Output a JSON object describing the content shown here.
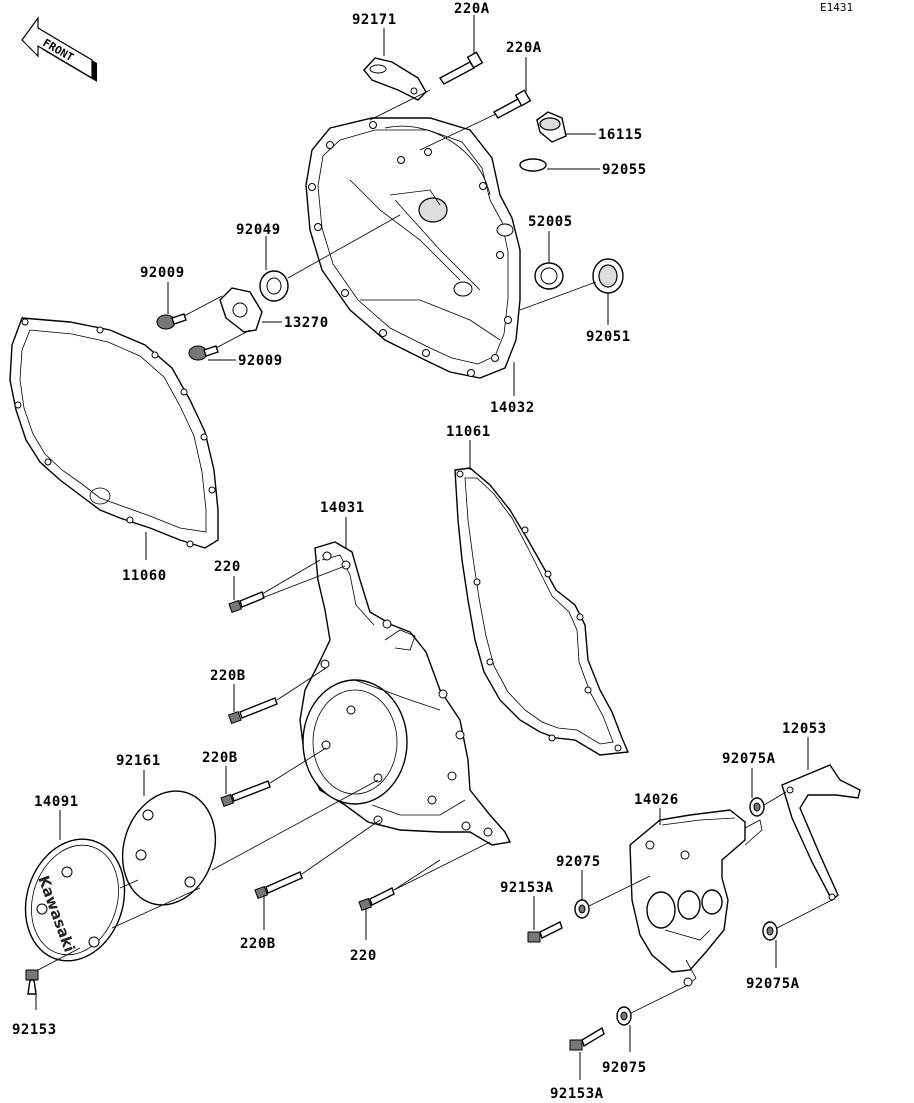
{
  "diagram_code": "E1431",
  "front_label": "FRONT",
  "logo_text": "Kawasaki",
  "parts": {
    "p92171": "92171",
    "p220A_1": "220A",
    "p220A_2": "220A",
    "p16115": "16115",
    "p92055": "92055",
    "p52005": "52005",
    "p92049": "92049",
    "p92009_1": "92009",
    "p13270": "13270",
    "p92009_2": "92009",
    "p92051": "92051",
    "p14032": "14032",
    "p11061": "11061",
    "p14031": "14031",
    "p11060": "11060",
    "p220_1": "220",
    "p220B_1": "220B",
    "p220B_2": "220B",
    "p92161": "92161",
    "p14091": "14091",
    "p220B_3": "220B",
    "p220_2": "220",
    "p92153": "92153",
    "p12053": "12053",
    "p92075A_1": "92075A",
    "p14026": "14026",
    "p92075_1": "92075",
    "p92153A_1": "92153A",
    "p92075A_2": "92075A",
    "p92075_2": "92075",
    "p92153A_2": "92153A"
  }
}
